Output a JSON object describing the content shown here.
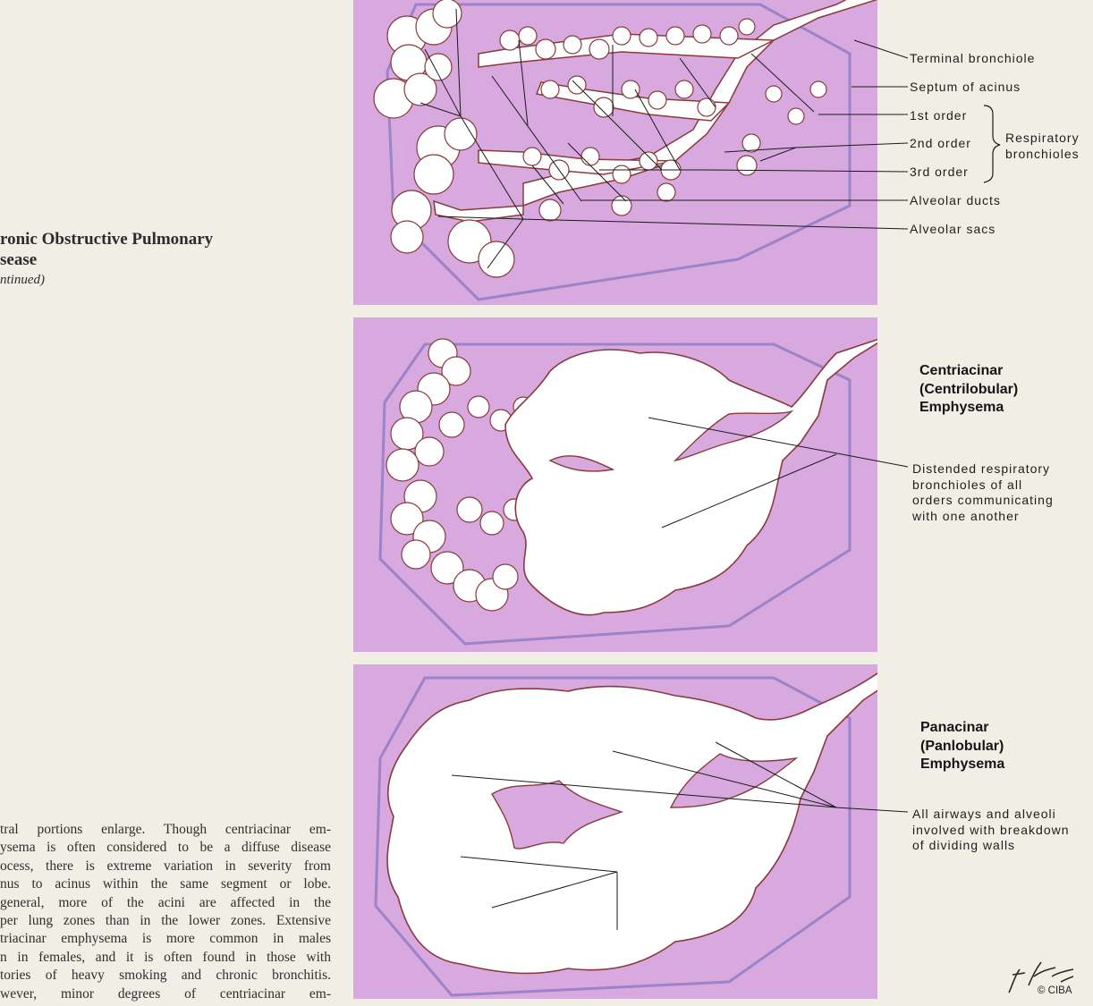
{
  "page": {
    "title_lines": [
      "ronic Obstructive Pulmonary",
      "sease",
      "ntinued)"
    ],
    "body_lines": [
      "tral portions enlarge. Though centriacinar em-",
      "ysema is often considered to be a diffuse disease",
      "ocess, there is extreme variation in severity from",
      "nus to acinus within the same segment or lobe.",
      "general, more of the acini are affected in the",
      "per lung zones than in the lower zones. Extensive",
      "triacinar emphysema is more common in males",
      "n in females, and it is often found in those with",
      "tories of heavy smoking and chronic bronchitis.",
      "wever, minor degrees of centriacinar em-"
    ]
  },
  "normal_acinus": {
    "labels": {
      "terminal_bronchiole": "Terminal bronchiole",
      "septum": "Septum of acinus",
      "first_order": "1st order",
      "second_order": "2nd order",
      "third_order": "3rd order",
      "respiratory_bronchioles": [
        "Respiratory",
        "bronchioles"
      ],
      "alveolar_ducts": "Alveolar ducts",
      "alveolar_sacs": "Alveolar sacs"
    }
  },
  "centriacinar": {
    "heading": [
      "Centriacinar",
      "(Centrilobular)",
      "Emphysema"
    ],
    "note": [
      "Distended respiratory",
      "bronchioles of all",
      "orders communicating",
      "with one another"
    ]
  },
  "panacinar": {
    "heading": [
      "Panacinar",
      "(Panlobular)",
      "Emphysema"
    ],
    "note": [
      "All airways and alveoli",
      "involved with breakdown",
      "of dividing walls"
    ]
  },
  "credit": {
    "copyright": "© CIBA"
  },
  "colors": {
    "tissue": "#d7a9de",
    "septum": "#9c82c8",
    "airway_wall": "#8a3a3a",
    "air_space": "#ffffff"
  }
}
